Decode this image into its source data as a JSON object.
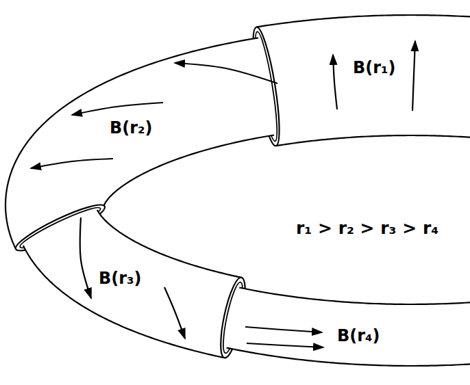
{
  "diagram": {
    "labels": [
      "B(r₁)",
      "B(r₂)",
      "r₁ > r₂ > r₃ > r₄",
      "B(r₃)",
      "B(r₄)"
    ]
  }
}
